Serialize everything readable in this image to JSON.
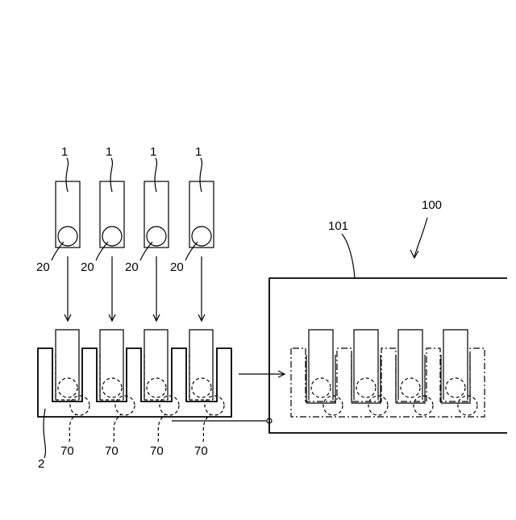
{
  "labels": {
    "tube": "1",
    "ball": "20",
    "rack": "2",
    "sensor": "70",
    "device": "100",
    "device_part": "101"
  }
}
